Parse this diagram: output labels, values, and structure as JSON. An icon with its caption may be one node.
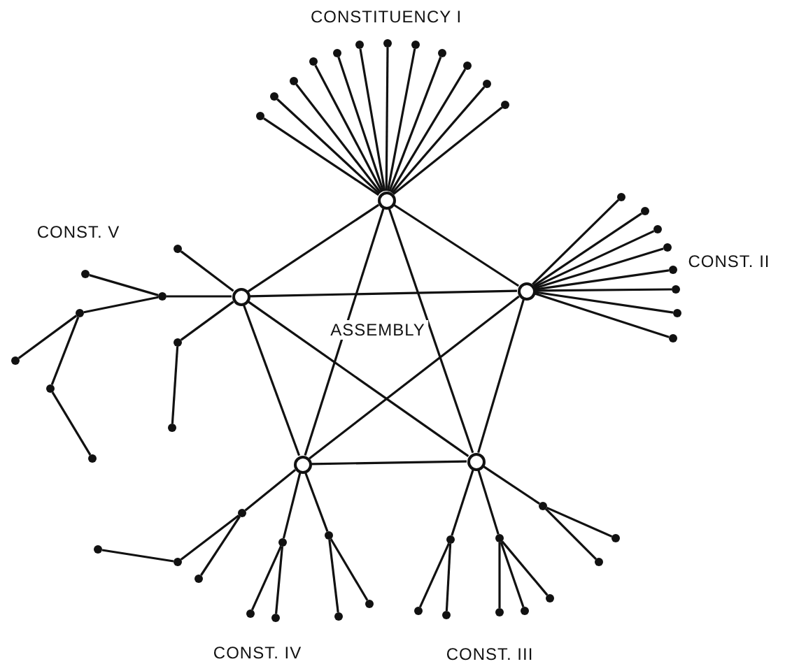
{
  "diagram": {
    "nodes": [
      {
        "text": [],
        "shape": "circle"
      },
      {
        "text": [],
        "shape": "circle"
      },
      {
        "text": [],
        "shape": "circle"
      },
      {
        "text": [],
        "shape": "circle"
      },
      {
        "text": [],
        "shape": "circle"
      },
      {
        "text": [],
        "shape": "dot"
      },
      {
        "text": [],
        "shape": "dot"
      },
      {
        "text": [],
        "shape": "dot"
      },
      {
        "text": [],
        "shape": "dot"
      },
      {
        "text": [],
        "shape": "dot"
      },
      {
        "text": [],
        "shape": "dot"
      },
      {
        "text": [],
        "shape": "dot"
      },
      {
        "text": [],
        "shape": "dot"
      },
      {
        "text": [],
        "shape": "dot"
      },
      {
        "text": [],
        "shape": "dot"
      },
      {
        "text": [],
        "shape": "dot"
      },
      {
        "text": [],
        "shape": "dot"
      },
      {
        "text": [],
        "shape": "dot"
      },
      {
        "text": [],
        "shape": "dot"
      },
      {
        "text": [],
        "shape": "dot"
      },
      {
        "text": [],
        "shape": "dot"
      },
      {
        "text": [],
        "shape": "dot"
      },
      {
        "text": [],
        "shape": "dot"
      },
      {
        "text": [],
        "shape": "dot"
      },
      {
        "text": [],
        "shape": "dot"
      },
      {
        "text": [],
        "shape": "dot"
      },
      {
        "text": [],
        "shape": "dot"
      },
      {
        "text": [],
        "shape": "dot"
      },
      {
        "text": [],
        "shape": "dot"
      },
      {
        "text": [],
        "shape": "dot"
      },
      {
        "text": [],
        "shape": "dot"
      },
      {
        "text": [],
        "shape": "dot"
      },
      {
        "text": [],
        "shape": "dot"
      },
      {
        "text": [],
        "shape": "dot"
      },
      {
        "text": [],
        "shape": "dot"
      },
      {
        "text": [],
        "shape": "dot"
      },
      {
        "text": [],
        "shape": "dot"
      },
      {
        "text": [],
        "shape": "dot"
      },
      {
        "text": [],
        "shape": "dot"
      },
      {
        "text": [],
        "shape": "dot"
      },
      {
        "text": [],
        "shape": "dot"
      },
      {
        "text": [],
        "shape": "dot"
      },
      {
        "text": [],
        "shape": "dot"
      },
      {
        "text": [],
        "shape": "dot"
      },
      {
        "text": [],
        "shape": "dot"
      },
      {
        "text": [],
        "shape": "dot"
      },
      {
        "text": [],
        "shape": "dot"
      },
      {
        "text": [],
        "shape": "dot"
      },
      {
        "text": [],
        "shape": "dot"
      },
      {
        "text": [],
        "shape": "dot"
      },
      {
        "text": [],
        "shape": "dot"
      },
      {
        "text": [],
        "shape": "dot"
      },
      {
        "text": [],
        "shape": "dot"
      },
      {
        "text": [],
        "shape": "dot"
      }
    ],
    "edges": [
      {
        "from": 0,
        "to": 1,
        "arrow": "none"
      },
      {
        "from": 0,
        "to": 2,
        "arrow": "none"
      },
      {
        "from": 0,
        "to": 3,
        "arrow": "none"
      },
      {
        "from": 0,
        "to": 4,
        "arrow": "none"
      },
      {
        "from": 1,
        "to": 2,
        "arrow": "none"
      },
      {
        "from": 1,
        "to": 3,
        "arrow": "none"
      },
      {
        "from": 1,
        "to": 4,
        "arrow": "none"
      },
      {
        "from": 2,
        "to": 3,
        "arrow": "none"
      },
      {
        "from": 2,
        "to": 4,
        "arrow": "none"
      },
      {
        "from": 3,
        "to": 4,
        "arrow": "none"
      },
      {
        "from": 0,
        "to": 5,
        "arrow": "none"
      },
      {
        "from": 0,
        "to": 6,
        "arrow": "none"
      },
      {
        "from": 0,
        "to": 7,
        "arrow": "none"
      },
      {
        "from": 0,
        "to": 8,
        "arrow": "none"
      },
      {
        "from": 0,
        "to": 9,
        "arrow": "none"
      },
      {
        "from": 0,
        "to": 10,
        "arrow": "none"
      },
      {
        "from": 0,
        "to": 11,
        "arrow": "none"
      },
      {
        "from": 0,
        "to": 12,
        "arrow": "none"
      },
      {
        "from": 0,
        "to": 13,
        "arrow": "none"
      },
      {
        "from": 0,
        "to": 14,
        "arrow": "none"
      },
      {
        "from": 0,
        "to": 15,
        "arrow": "none"
      },
      {
        "from": 0,
        "to": 16,
        "arrow": "none"
      },
      {
        "from": 2,
        "to": 17,
        "arrow": "none"
      },
      {
        "from": 2,
        "to": 18,
        "arrow": "none"
      },
      {
        "from": 2,
        "to": 19,
        "arrow": "none"
      },
      {
        "from": 2,
        "to": 20,
        "arrow": "none"
      },
      {
        "from": 2,
        "to": 21,
        "arrow": "none"
      },
      {
        "from": 2,
        "to": 22,
        "arrow": "none"
      },
      {
        "from": 2,
        "to": 23,
        "arrow": "none"
      },
      {
        "from": 2,
        "to": 24,
        "arrow": "none"
      },
      {
        "from": 1,
        "to": 25,
        "arrow": "none"
      },
      {
        "from": 1,
        "to": 26,
        "arrow": "none"
      },
      {
        "from": 26,
        "to": 27,
        "arrow": "none"
      },
      {
        "from": 26,
        "to": 28,
        "arrow": "none"
      },
      {
        "from": 28,
        "to": 29,
        "arrow": "none"
      },
      {
        "from": 28,
        "to": 30,
        "arrow": "none"
      },
      {
        "from": 30,
        "to": 31,
        "arrow": "none"
      },
      {
        "from": 1,
        "to": 32,
        "arrow": "none"
      },
      {
        "from": 32,
        "to": 33,
        "arrow": "none"
      },
      {
        "from": 3,
        "to": 34,
        "arrow": "none"
      },
      {
        "from": 34,
        "to": 35,
        "arrow": "none"
      },
      {
        "from": 35,
        "to": 36,
        "arrow": "none"
      },
      {
        "from": 34,
        "to": 37,
        "arrow": "none"
      },
      {
        "from": 3,
        "to": 38,
        "arrow": "none"
      },
      {
        "from": 38,
        "to": 39,
        "arrow": "none"
      },
      {
        "from": 38,
        "to": 40,
        "arrow": "none"
      },
      {
        "from": 3,
        "to": 41,
        "arrow": "none"
      },
      {
        "from": 41,
        "to": 42,
        "arrow": "none"
      },
      {
        "from": 41,
        "to": 43,
        "arrow": "none"
      },
      {
        "from": 4,
        "to": 44,
        "arrow": "none"
      },
      {
        "from": 44,
        "to": 45,
        "arrow": "none"
      },
      {
        "from": 44,
        "to": 46,
        "arrow": "none"
      },
      {
        "from": 4,
        "to": 47,
        "arrow": "none"
      },
      {
        "from": 47,
        "to": 48,
        "arrow": "none"
      },
      {
        "from": 47,
        "to": 49,
        "arrow": "none"
      },
      {
        "from": 47,
        "to": 50,
        "arrow": "none"
      },
      {
        "from": 4,
        "to": 51,
        "arrow": "none"
      },
      {
        "from": 51,
        "to": 52,
        "arrow": "none"
      },
      {
        "from": 51,
        "to": 53,
        "arrow": "none"
      }
    ],
    "labels": [
      "CONSTITUENCY I",
      "CONST. II",
      "CONST. V",
      "ASSEMBLY",
      "CONST. IV",
      "CONST. III"
    ]
  }
}
